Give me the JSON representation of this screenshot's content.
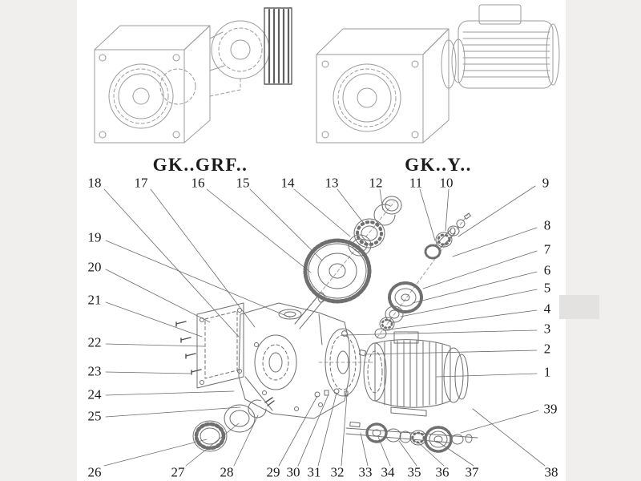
{
  "variants": {
    "grf": {
      "label": "GK..GRF.."
    },
    "y": {
      "label": "GK..Y.."
    }
  },
  "callouts": {
    "n1": "1",
    "n2": "2",
    "n3": "3",
    "n4": "4",
    "n5": "5",
    "n6": "6",
    "n7": "7",
    "n8": "8",
    "n9": "9",
    "n10": "10",
    "n11": "11",
    "n12": "12",
    "n13": "13",
    "n14": "14",
    "n15": "15",
    "n16": "16",
    "n17": "17",
    "n18": "18",
    "n19": "19",
    "n20": "20",
    "n21": "21",
    "n22": "22",
    "n23": "23",
    "n24": "24",
    "n25": "25",
    "n26": "26",
    "n27": "27",
    "n28": "28",
    "n29": "29",
    "n30": "30",
    "n31": "31",
    "n32": "32",
    "n33": "33",
    "n34": "34",
    "n35": "35",
    "n36": "36",
    "n37": "37",
    "n38": "38",
    "n39": "39"
  }
}
